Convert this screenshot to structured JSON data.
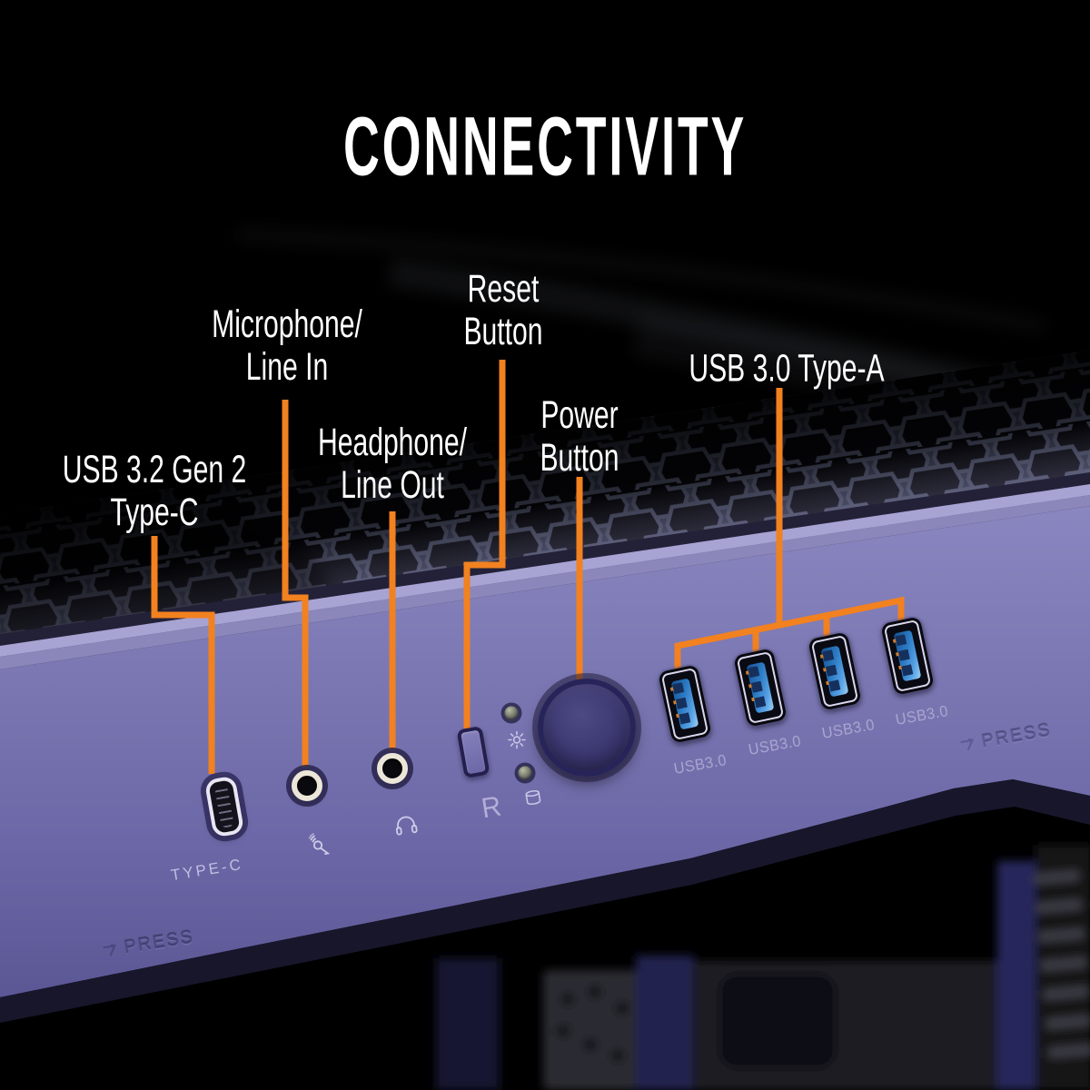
{
  "title": "CONNECTIVITY",
  "callout_labels": [
    {
      "feature": "usb-type-c-port",
      "line1": "USB 3.2 Gen 2",
      "line2": "Type-C"
    },
    {
      "feature": "microphone-jack",
      "line1": "Microphone/",
      "line2": "Line In"
    },
    {
      "feature": "headphone-jack",
      "line1": "Headphone/",
      "line2": "Line Out"
    },
    {
      "feature": "reset-button",
      "line1": "Reset",
      "line2": "Button"
    },
    {
      "feature": "power-button",
      "line1": "Power",
      "line2": "Button"
    },
    {
      "feature": "usb-type-a-ports",
      "line1": "USB 3.0 Type-A"
    }
  ],
  "panel_markings": {
    "type_c": "TYPE-C",
    "reset": "R",
    "usb_ports": [
      "USB3.0",
      "USB3.0",
      "USB3.0",
      "USB3.0"
    ],
    "press_left": "PRESS",
    "press_right": "PRESS"
  },
  "icons": {
    "microphone": "microphone-icon",
    "headphone": "headphone-icon",
    "led_light": "led-light-icon",
    "storage_activity": "hdd-activity-icon",
    "press_arrow": "press-arrow-icon"
  },
  "colors": {
    "background": "#000000",
    "accent_orange": "#F2811F",
    "label_text": "#FFFFFF",
    "panel_purple": "#7571A9",
    "panel_purple_light": "#A7A3D3",
    "panel_purple_dark": "#5A5694",
    "usb_port_blue": "#3E8CD6",
    "jack_ring": "#ECE6D8",
    "marking_text": "#B8B4DA"
  }
}
